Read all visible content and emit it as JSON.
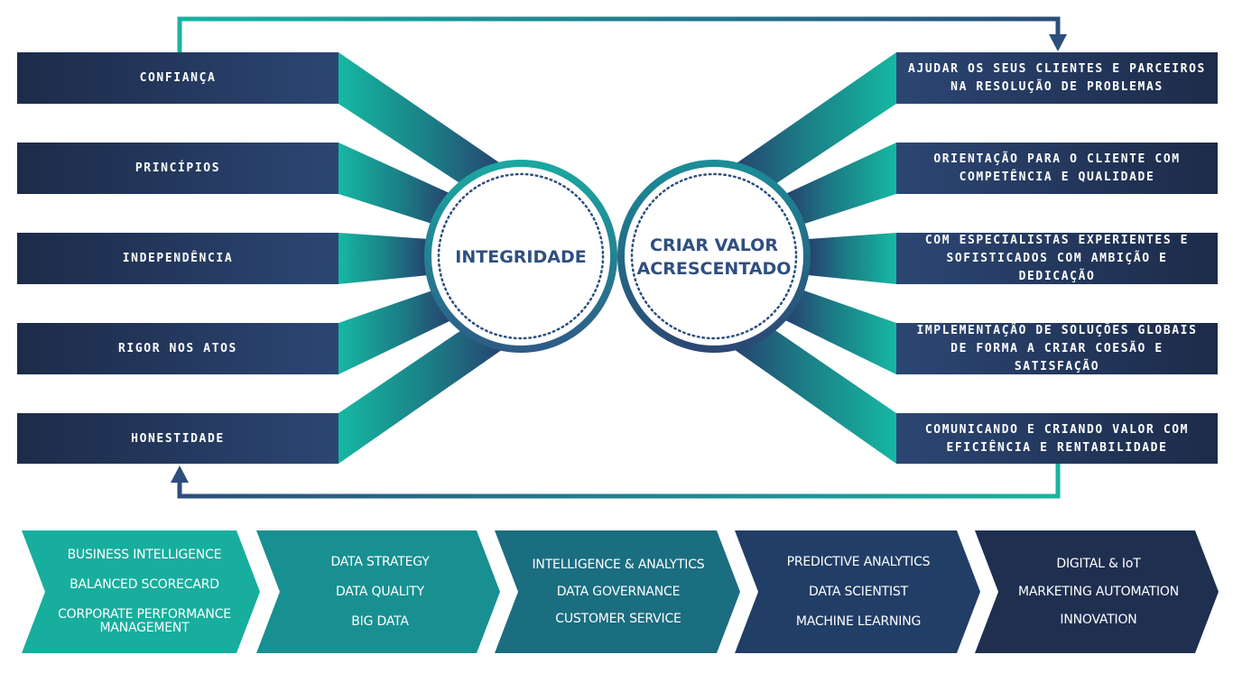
{
  "values": [
    {
      "label": "CONFIANÇA"
    },
    {
      "label": "PRINCÍPIOS"
    },
    {
      "label": "INDEPENDÊNCIA"
    },
    {
      "label": "RIGOR NOS ATOS"
    },
    {
      "label": "HONESTIDADE"
    }
  ],
  "outcomes": [
    {
      "label": "AJUDAR OS SEUS CLIENTES E PARCEIROS\nNA RESOLUÇÃO DE PROBLEMAS"
    },
    {
      "label": "ORIENTAÇÃO PARA O CLIENTE COM\nCOMPETÊNCIA E QUALIDADE"
    },
    {
      "label": "COM ESPECIALISTAS EXPERIENTES E\nSOFISTICADOS COM AMBIÇÃO E DEDICAÇÃO"
    },
    {
      "label": "IMPLEMENTAÇÃO DE SOLUÇÕES GLOBAIS\nDE FORMA A CRIAR COESÃO E SATISFAÇÃO"
    },
    {
      "label": "COMUNICANDO E CRIANDO VALOR COM\nEFICIÊNCIA E RENTABILIDADE"
    }
  ],
  "center_left": {
    "label": "INTEGRIDADE"
  },
  "center_right": {
    "label": "CRIAR VALOR\nACRESCENTADO"
  },
  "services": [
    {
      "items": [
        "BUSINESS INTELLIGENCE",
        "BALANCED SCORECARD",
        "CORPORATE PERFORMANCE\nMANAGEMENT"
      ]
    },
    {
      "items": [
        "DATA STRATEGY",
        "DATA QUALITY",
        "BIG DATA"
      ]
    },
    {
      "items": [
        "INTELLIGENCE & ANALYTICS",
        "DATA GOVERNANCE",
        "CUSTOMER SERVICE"
      ]
    },
    {
      "items": [
        "PREDICTIVE ANALYTICS",
        "DATA SCIENTIST",
        "MACHINE LEARNING"
      ]
    },
    {
      "items": [
        "DIGITAL & IoT",
        "MARKETING AUTOMATION",
        "INNOVATION"
      ]
    }
  ],
  "colors": {
    "teal": "#1ab3a0",
    "navy": "#1f2f4f",
    "blue": "#2e4a78",
    "text_blue": "#2f4f7f"
  }
}
